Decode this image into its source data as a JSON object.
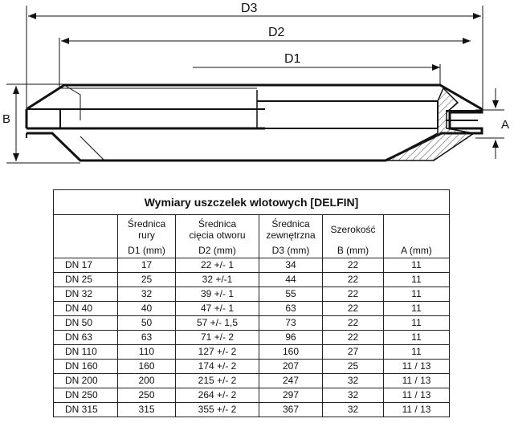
{
  "drawing": {
    "labels": {
      "d3": "D3",
      "d2": "D2",
      "d1": "D1",
      "b": "B",
      "a": "A"
    }
  },
  "table": {
    "title": "Wymiary uszczelek wlotowych [DELFIN]",
    "column_descriptions": [
      "",
      "Średnica\nrury",
      "Średnica\ncięcia otworu",
      "Średnica\nzewnętrzna",
      "Szerokość",
      ""
    ],
    "column_units": [
      "",
      "D1 (mm)",
      "D2 (mm)",
      "D3 (mm)",
      "B (mm)",
      "A (mm)"
    ],
    "rows": [
      {
        "name": "DN 17",
        "d1": "17",
        "d2": "22 +/- 1",
        "d3": "34",
        "b": "22",
        "a": "11"
      },
      {
        "name": "DN 25",
        "d1": "25",
        "d2": "32 +/-1",
        "d3": "44",
        "b": "22",
        "a": "11"
      },
      {
        "name": "DN 32",
        "d1": "32",
        "d2": "39 +/- 1",
        "d3": "55",
        "b": "22",
        "a": "11"
      },
      {
        "name": "DN 40",
        "d1": "40",
        "d2": "47 +/- 1",
        "d3": "63",
        "b": "22",
        "a": "11"
      },
      {
        "name": "DN 50",
        "d1": "50",
        "d2": "57 +/- 1,5",
        "d3": "73",
        "b": "22",
        "a": "11"
      },
      {
        "name": "DN 63",
        "d1": "63",
        "d2": "71 +/- 2",
        "d3": "96",
        "b": "22",
        "a": "11"
      },
      {
        "name": "DN 110",
        "d1": "110",
        "d2": "127 +/- 2",
        "d3": "160",
        "b": "27",
        "a": "11"
      },
      {
        "name": "DN 160",
        "d1": "160",
        "d2": "174 +/- 2",
        "d3": "207",
        "b": "25",
        "a": "11 / 13"
      },
      {
        "name": "DN 200",
        "d1": "200",
        "d2": "215 +/- 2",
        "d3": "247",
        "b": "32",
        "a": "11 / 13"
      },
      {
        "name": "DN 250",
        "d1": "250",
        "d2": "264 +/- 2",
        "d3": "297",
        "b": "32",
        "a": "11 / 13"
      },
      {
        "name": "DN 315",
        "d1": "315",
        "d2": "355 +/- 2",
        "d3": "367",
        "b": "32",
        "a": "11 / 13"
      }
    ]
  }
}
